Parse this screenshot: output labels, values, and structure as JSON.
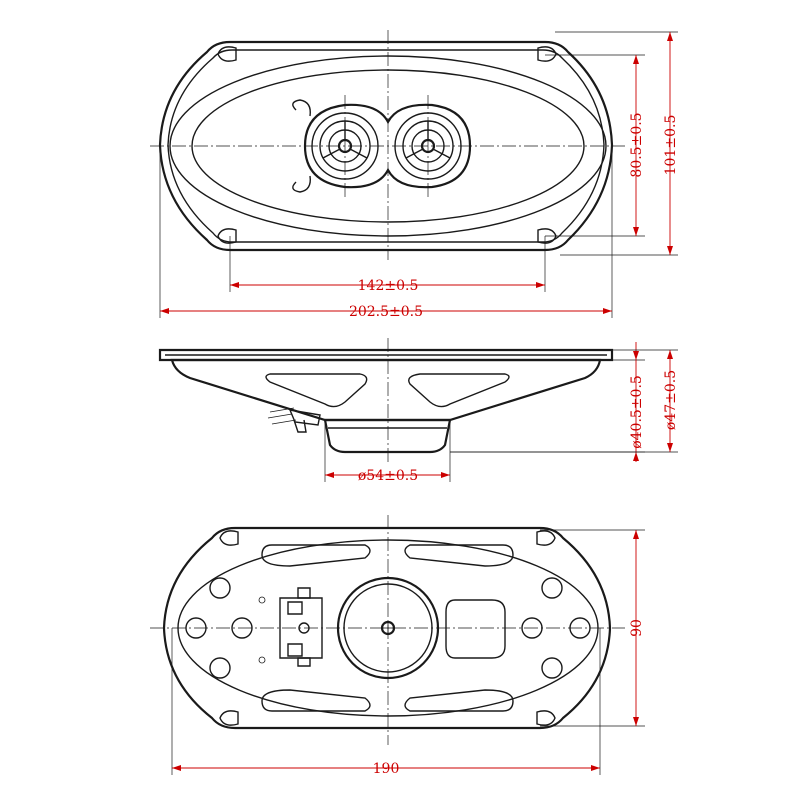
{
  "dimensions": {
    "front_height_inner": "80.5±0.5",
    "front_height_outer": "101±0.5",
    "front_hole_spacing": "142±0.5",
    "front_width": "202.5±0.5",
    "side_magnet_dia": "ø40.5±0.5",
    "side_depth": "ø47±0.5",
    "side_basket_dia": "ø54±0.5",
    "rear_height": "90",
    "rear_width": "190"
  },
  "colors": {
    "dimension": "#cc0000",
    "outline": "#1a1a1a"
  }
}
